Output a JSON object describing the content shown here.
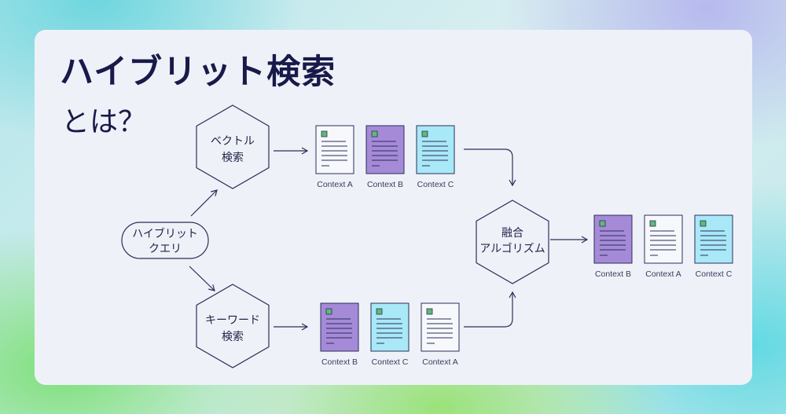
{
  "title": "ハイブリット検索",
  "subtitle": "とは？",
  "colors": {
    "ink": "#2c2e5a",
    "white_doc": "#f6f8fc",
    "purple_doc": "#a58ad8",
    "cyan_doc": "#a9e8f7",
    "doc_icon": "#5dbb74"
  },
  "nodes": {
    "query": {
      "line1": "ハイブリット",
      "line2": "クエリ"
    },
    "vector": {
      "line1": "ベクトル",
      "line2": "検索"
    },
    "keyword": {
      "line1": "キーワード",
      "line2": "検索"
    },
    "fusion": {
      "line1": "融合",
      "line2": "アルゴリズム"
    }
  },
  "vector_results": [
    {
      "label": "Context A",
      "color": "white_doc"
    },
    {
      "label": "Context B",
      "color": "purple_doc"
    },
    {
      "label": "Context C",
      "color": "cyan_doc"
    }
  ],
  "keyword_results": [
    {
      "label": "Context B",
      "color": "purple_doc"
    },
    {
      "label": "Context C",
      "color": "cyan_doc"
    },
    {
      "label": "Context A",
      "color": "white_doc"
    }
  ],
  "fused_results": [
    {
      "label": "Context B",
      "color": "purple_doc"
    },
    {
      "label": "Context A",
      "color": "white_doc"
    },
    {
      "label": "Context C",
      "color": "cyan_doc"
    }
  ]
}
